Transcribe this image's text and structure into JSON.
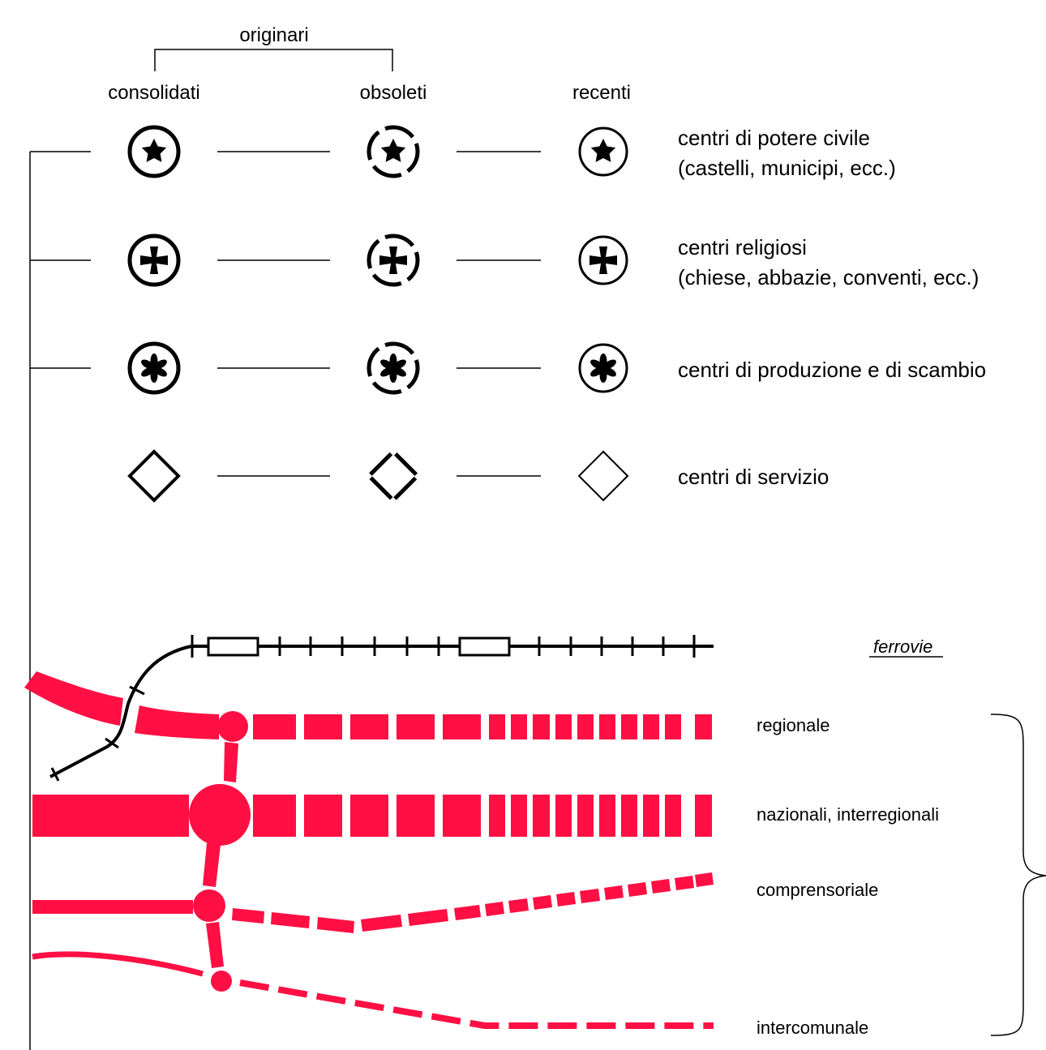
{
  "header": {
    "group_label": "originari",
    "columns": [
      "consolidati",
      "obsoleti",
      "recenti"
    ]
  },
  "categories": [
    {
      "line1": "centri di potere civile",
      "line2": "(castelli, municipi, ecc.)",
      "icon": "star-icon"
    },
    {
      "line1": "centri religiosi",
      "line2": "(chiese, abbazie, conventi, ecc.)",
      "icon": "cross-icon"
    },
    {
      "line1": "centri di produzione e di scambio",
      "line2": "",
      "icon": "asterisk-icon"
    },
    {
      "line1": "centri di servizio",
      "line2": "",
      "icon": "diamond-icon"
    }
  ],
  "infrastructure": {
    "railway_label": "ferrovie",
    "roads": [
      "regionale",
      "nazionali, interregionali",
      "comprensoriale",
      "intercomunale"
    ]
  },
  "colors": {
    "ink": "#000000",
    "road": "#ff0f43"
  }
}
